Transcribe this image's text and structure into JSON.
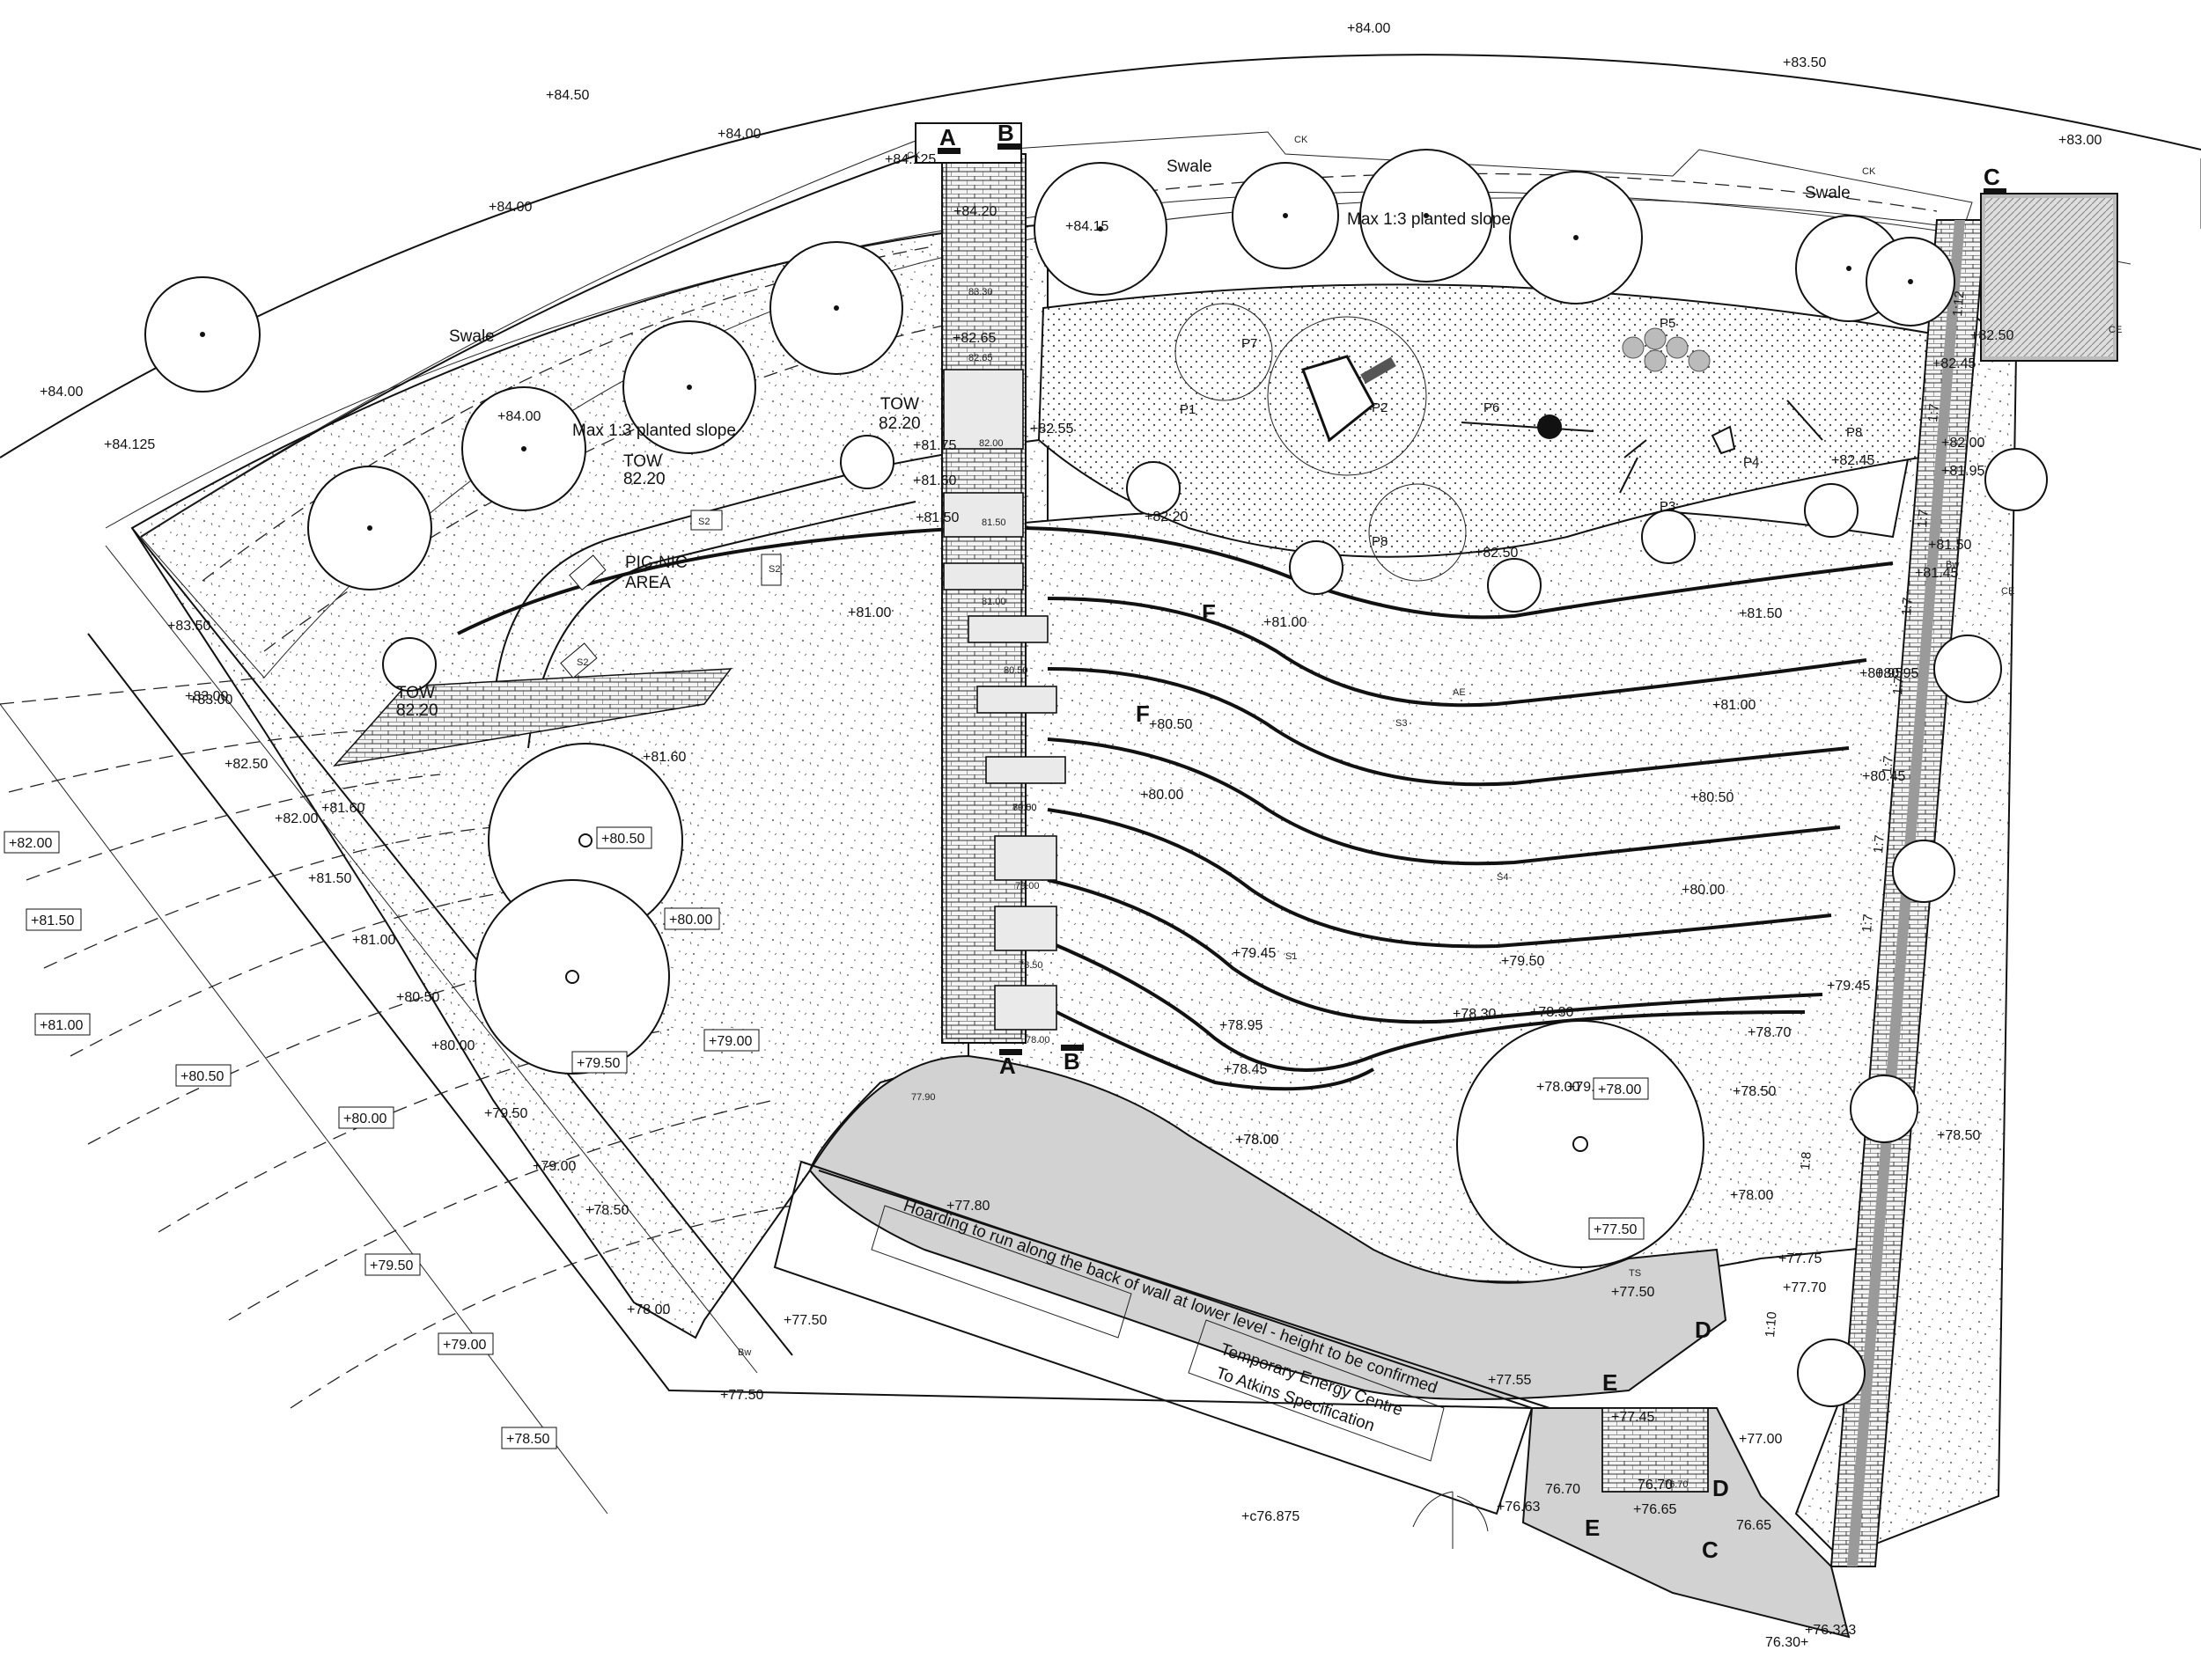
{
  "plan": {
    "sections": [
      "A",
      "B",
      "C",
      "D",
      "E",
      "F"
    ],
    "areas": {
      "swale": "Swale",
      "slope": "Max 1:3 planted slope",
      "picnic_line1": "PIC-NIC",
      "picnic_line2": "AREA"
    },
    "play_items": [
      "P1",
      "P2",
      "P3",
      "P4",
      "P5",
      "P6",
      "P7",
      "P8",
      "P8"
    ],
    "picnic_tables": [
      "S2",
      "S2",
      "S2"
    ],
    "ramps": [
      "1:12",
      "1:7",
      "1:7",
      "1:7",
      "1:7",
      "1:7",
      "1:7",
      "1:7",
      "1:8",
      "1:10"
    ],
    "hoarding_note": "Hoarding to run along the back of wall at lower level - height to be confirmed",
    "energy_centre_line1": "Temporary Energy Centre",
    "energy_centre_line2": "To Atkins Specification",
    "tow": "TOW",
    "levels": [
      "+84.00",
      "+84.50",
      "+84.00",
      "+84.00",
      "+83.50",
      "+83.00",
      "+84.00",
      "+84.125",
      "+84.125",
      "+84.20",
      "+84.15",
      "+84.00",
      "+83.50",
      "+83.00",
      "+82.50",
      "+82.00",
      "+81.60",
      "+81.50",
      "+81.00",
      "+80.50",
      "+80.00",
      "+79.50",
      "+79.00",
      "+78.50",
      "+78.00",
      "+77.50",
      "+77.50",
      "+83.00",
      "+82.50",
      "+81.95",
      "+81.50",
      "+81.45",
      "+81.50",
      "+81.00",
      "+80.50",
      "+80.00",
      "+79.50",
      "+79.00",
      "+78.50",
      "+78.00",
      "+77.50",
      "+77.70",
      "+77.00",
      "+76.65",
      "+76.63",
      "+c76.875",
      "76.30+",
      "+76.323",
      "+82.65",
      "+82.55",
      "+81.75",
      "+81.60",
      "+81.50",
      "+81.00",
      "+81.00",
      "+80.50",
      "+80.00",
      "+79.45",
      "+78.95",
      "+78.45",
      "+78.30",
      "+78.00",
      "+78.00",
      "+77.80",
      "+77.55",
      "+77.45",
      "76.70",
      "76.70",
      "76.65",
      "+78.50",
      "+80.95",
      "+80.45",
      "+79.45",
      "+78.70",
      "+78.00",
      "+77.75",
      "+82.45",
      "+82.00",
      "+82.50",
      "+82.45",
      "+82.20",
      "+81.60",
      "+80.95",
      "+78.30"
    ],
    "tow_values": [
      "82.20",
      "82.20",
      "82.20",
      "83.30",
      "82.65",
      "82.00",
      "81.50",
      "81.00",
      "80.50",
      "80.00",
      "79.50",
      "79.00",
      "78.50",
      "78.00",
      "77.90",
      "76.70"
    ],
    "box_levels": [
      "+80.50",
      "+80.00",
      "+79.50",
      "+79.00",
      "+78.00",
      "+77.50",
      "+82.00",
      "+81.50",
      "+81.00",
      "+80.50",
      "+80.00",
      "+79.50",
      "+79.00",
      "+78.50"
    ],
    "small_codes": [
      "CK",
      "CK",
      "CK",
      "CE",
      "CE",
      "Bw",
      "Bw",
      "AE",
      "S3",
      "S4",
      "S1",
      "TS"
    ]
  }
}
